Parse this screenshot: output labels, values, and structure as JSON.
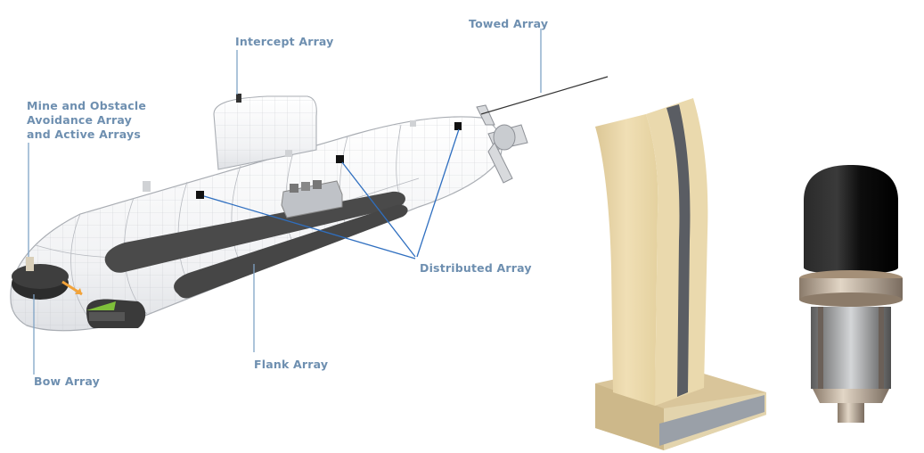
{
  "labels": {
    "intercept": "Intercept Array",
    "towed": "Towed Array",
    "mine_line1": "Mine and Obstacle",
    "mine_line2": "Avoidance Array",
    "mine_line3": "and Active Arrays",
    "distributed": "Distributed Array",
    "flank": "Flank Array",
    "bow": "Bow Array"
  },
  "colors": {
    "label": "#6e8fb0",
    "leader": "#7fa3c6",
    "pointer": "#2f6fc0",
    "hull_mesh": "#b9bcc2",
    "flank_panel": "#4a4a4a",
    "bow_active": "#f2a33a",
    "bow_green": "#7fbf3a",
    "panel_face": "#e9d7ab",
    "panel_strip": "#5a5d63",
    "dome": "#151515"
  }
}
